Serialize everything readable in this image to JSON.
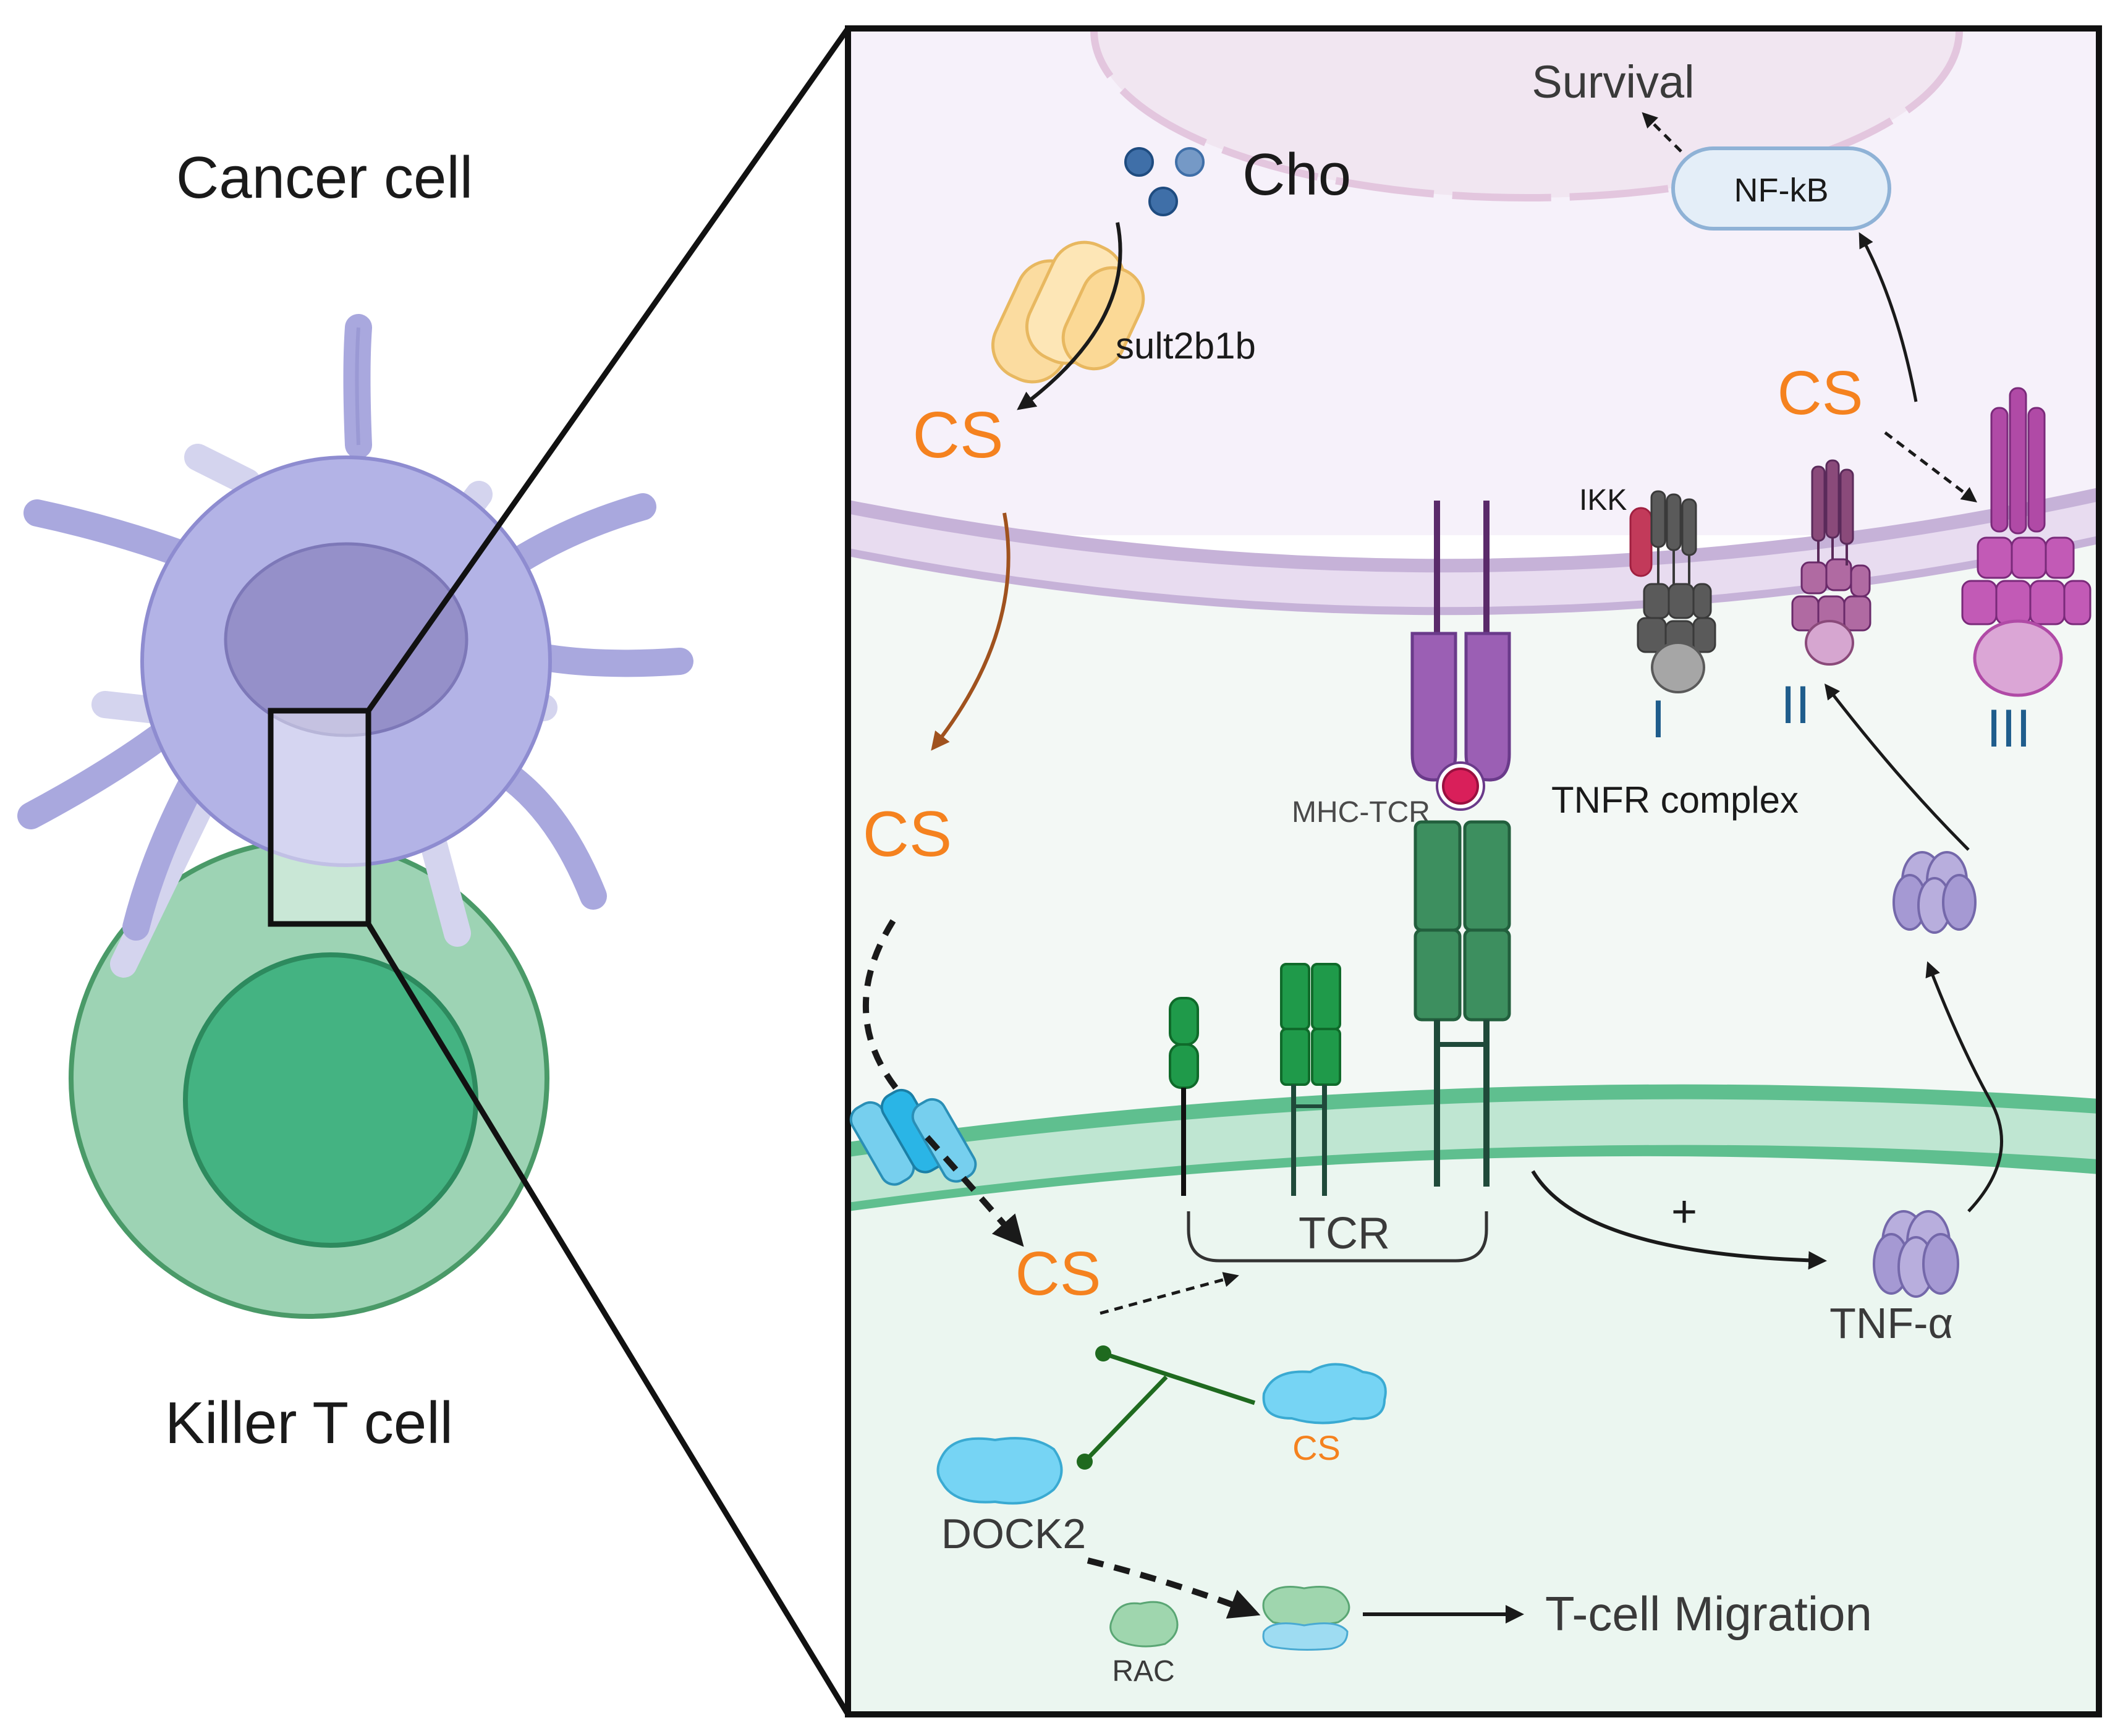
{
  "labels": {
    "cancer_cell": "Cancer cell",
    "killer_t_cell": "Killer T cell",
    "survival": "Survival",
    "nfkb": "NF-kB",
    "cho": "Cho",
    "sult2b1b": "sult2b1b",
    "cs": "CS",
    "ikk": "IKK",
    "tnfr_complex": "TNFR complex",
    "mhc_tcr": "MHC-TCR",
    "roman_1": "I",
    "roman_2": "II",
    "roman_3": "III",
    "tcr": "TCR",
    "plus": "+",
    "tnf_alpha": "TNF-α",
    "dock2": "DOCK2",
    "rac": "RAC",
    "t_cell_migration": "T-cell Migration"
  },
  "colors": {
    "cancer_cell": "#b3b3e6",
    "cancer_nucleus": "#9590c9",
    "t_cell_outer": "#9dd3b4",
    "t_cell_inner": "#44b382",
    "cs_orange": "#f5821f",
    "roman_blue": "#1f5d8c",
    "mhc_purple": "#9b5fb4",
    "tcr_green": "#3d8f5f",
    "receptor_magenta": "#b04aa6"
  }
}
